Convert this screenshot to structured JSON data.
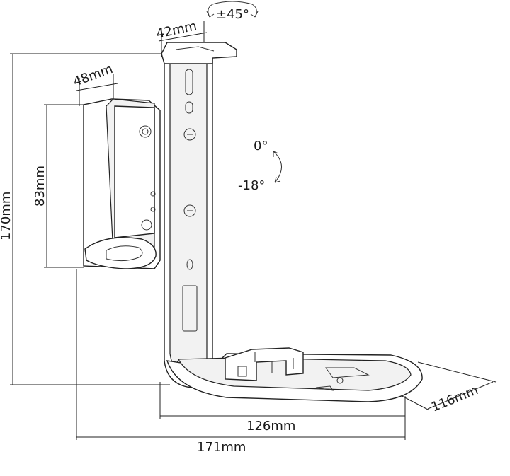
{
  "dimensions": {
    "total_height": "170mm",
    "speaker_height": "83mm",
    "top_depth": "48mm",
    "bracket_width": "42mm",
    "swivel": "±45°",
    "tilt_up": "0°",
    "tilt_down": "-18°",
    "arm_depth": "116mm",
    "inner_length": "126mm",
    "total_length": "171mm"
  }
}
